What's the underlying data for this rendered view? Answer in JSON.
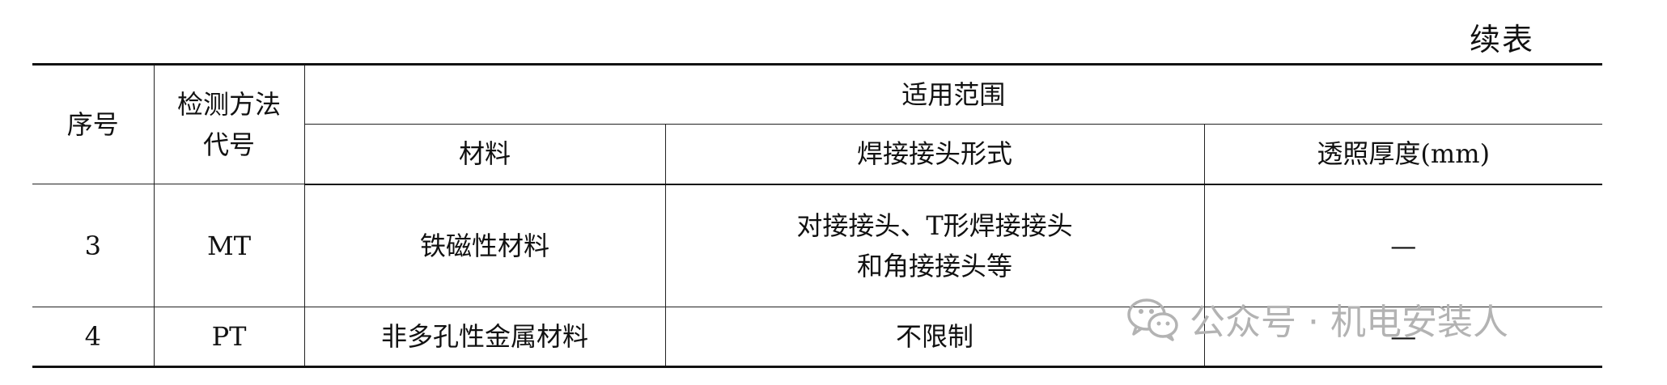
{
  "caption": "续表",
  "table": {
    "headers": {
      "index": "序号",
      "method_code": [
        "检测方法",
        "代号"
      ],
      "scope": "适用范围",
      "material": "材料",
      "joint_form": "焊接接头形式",
      "thickness": "透照厚度(mm)"
    },
    "rows": [
      {
        "index": "3",
        "code": "MT",
        "material": "铁磁性材料",
        "joint_form": [
          "对接接头、T形焊接接头",
          "和角接接头等"
        ],
        "thickness": "—"
      },
      {
        "index": "4",
        "code": "PT",
        "material": "非多孔性金属材料",
        "joint_form": [
          "不限制"
        ],
        "thickness": "—"
      }
    ]
  },
  "watermark": {
    "text": "公众号 · 机电安装人",
    "icon": "wechat-icon"
  }
}
